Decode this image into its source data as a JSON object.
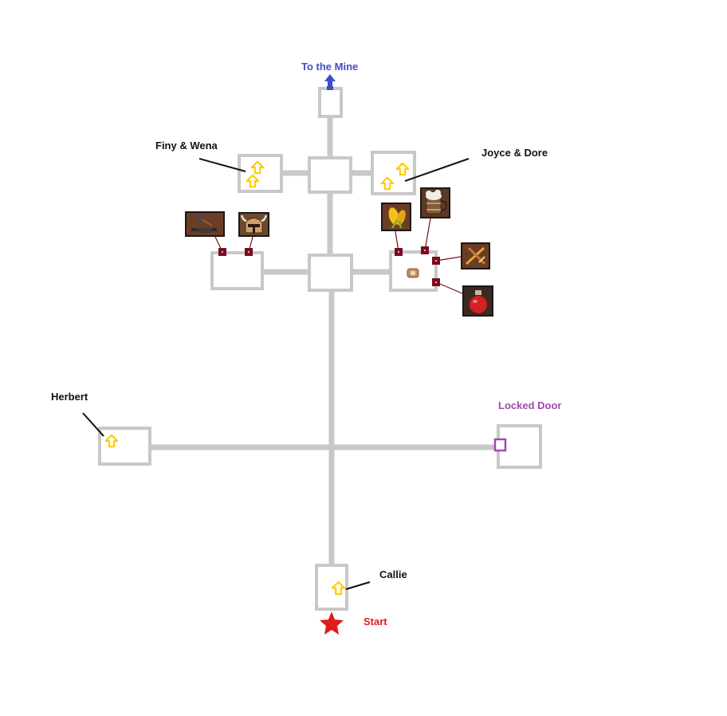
{
  "labels": {
    "mine": "To the Mine",
    "finy_wena": "Finy & Wena",
    "joyce_dore": "Joyce & Dore",
    "herbert": "Herbert",
    "locked_door": "Locked Door",
    "callie": "Callie",
    "start": "Start"
  },
  "colors": {
    "corridor": "#c8c8c8",
    "npc_marker": "#ffcc00",
    "shop_marker": "#7a0c1e",
    "mine_arrow": "#3d4ec8",
    "locked_door": "#a04aaa",
    "start_star": "#e11a1a"
  },
  "icons": {
    "npc": "up-arrow-icon",
    "start": "star-icon",
    "mine": "up-arrow-icon",
    "blacksmith": "anvil-hammer-icon",
    "armor": "helmet-icon",
    "grain": "wheat-icon",
    "tavern": "beer-mug-icon",
    "weapons": "crossed-swords-icon",
    "potions": "potion-icon",
    "door": "locked-door-icon",
    "coin": "coin-icon"
  }
}
